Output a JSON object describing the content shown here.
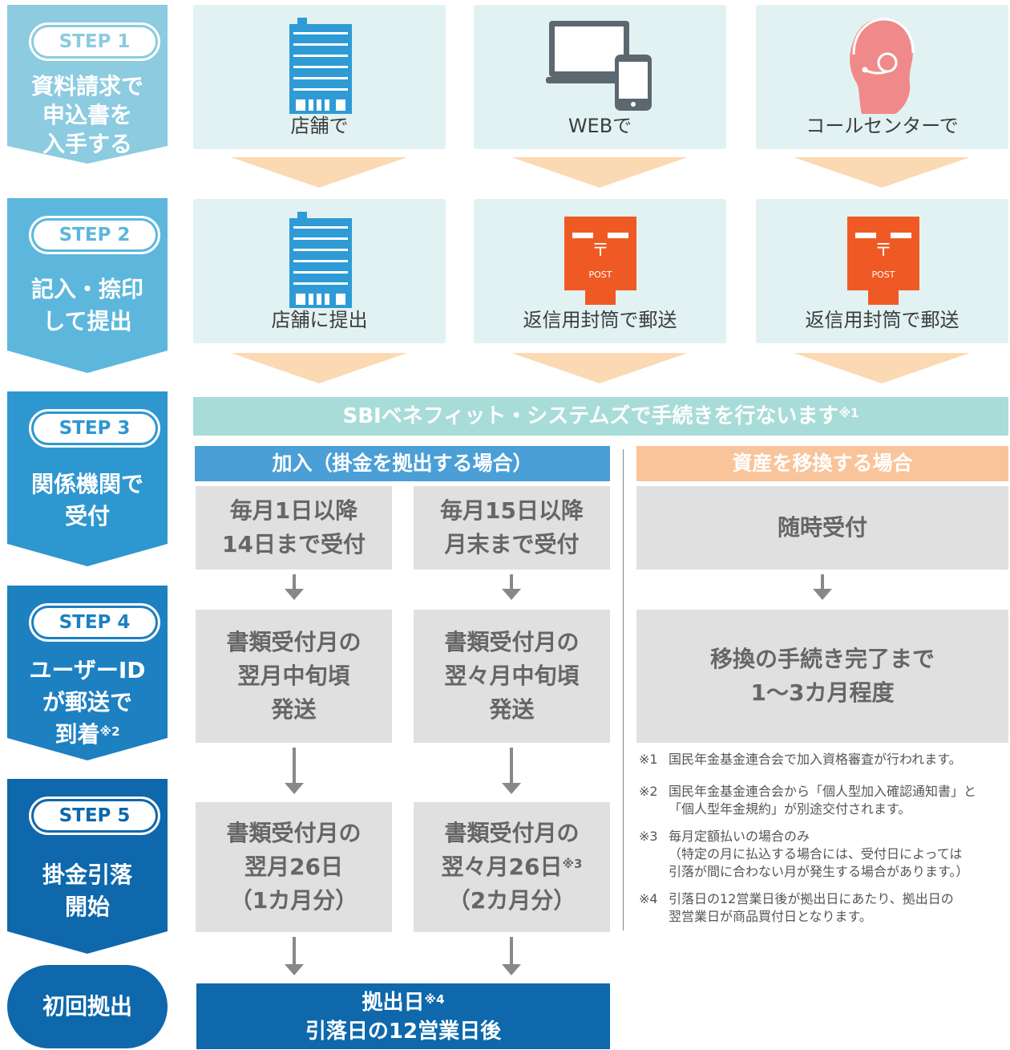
{
  "steps": [
    {
      "badge": "STEP 1",
      "title": "資料請求で\n申込書を\n入手する",
      "color": "#8ccbe0"
    },
    {
      "badge": "STEP 2",
      "title": "記入・捺印\nして提出",
      "color": "#5db7dc"
    },
    {
      "badge": "STEP 3",
      "title": "関係機関で\n受付",
      "color": "#2f97cf"
    },
    {
      "badge": "STEP 4",
      "title_main": "ユーザーID\nが郵送で\n到着",
      "title_sup": "※2",
      "color": "#1d80c1"
    },
    {
      "badge": "STEP 5",
      "title": "掛金引落\n開始",
      "color": "#0e68ab"
    }
  ],
  "first_payout": "初回拠出",
  "step1_cards": [
    {
      "icon": "building-icon",
      "label": "店舗で"
    },
    {
      "icon": "laptop-phone-icon",
      "label": "WEBで"
    },
    {
      "icon": "call-center-icon",
      "label": "コールセンターで"
    }
  ],
  "step2_cards": [
    {
      "icon": "building-icon",
      "label": "店舗に提出"
    },
    {
      "icon": "postbox-icon",
      "label": "返信用封筒で郵送",
      "post": "POST",
      "mark": "〒"
    },
    {
      "icon": "postbox-icon",
      "label": "返信用封筒で郵送",
      "post": "POST",
      "mark": "〒"
    }
  ],
  "banner": {
    "text": "SBIベネフィット・システムズで手続きを行ないます",
    "sup": "※1"
  },
  "join_header": "加入（掛金を拠出する場合）",
  "transfer_header": "資産を移換する場合",
  "join_col1": [
    "毎月1日以降\n14日まで受付",
    "書類受付月の\n翌月中旬頃\n発送",
    "書類受付月の\n翌月26日\n（1カ月分）"
  ],
  "join_col2": [
    "毎月15日以降\n月末まで受付",
    "書類受付月の\n翌々月中旬頃\n発送"
  ],
  "join_col2_last": {
    "line1": "書類受付月の",
    "line2": "翌々月26日",
    "sup": "※3",
    "line3": "（2カ月分）"
  },
  "transfer_col": [
    "随時受付",
    "移換の手続き完了まで\n1〜3カ月程度"
  ],
  "payout_box": {
    "line1": "拠出日",
    "sup": "※4",
    "line2": "引落日の12営業日後"
  },
  "notes": [
    {
      "mark": "※1",
      "text": "国民年金基金連合会で加入資格審査が行われます。"
    },
    {
      "mark": "※2",
      "text": "国民年金基金連合会から「個人型加入確認通知書」と\n「個人型年金規約」が別途交付されます。"
    },
    {
      "mark": "※3",
      "text": "毎月定額払いの場合のみ\n（特定の月に払込する場合には、受付日によっては\n引落が間に合わない月が発生する場合があります。）"
    },
    {
      "mark": "※4",
      "text": "引落日の12営業日後が拠出日にあたり、拠出日の\n翌営業日が商品買付日となります。"
    }
  ],
  "colors": {
    "card_bg": "#e2f2f2",
    "banner": "#a8dcd9",
    "join_header": "#4a9fd6",
    "transfer_header": "#f9c49a",
    "payout": "#0e68ab",
    "post_red": "#ef5a24",
    "building": "#2e9bd6",
    "headset": "#f08a8a"
  }
}
